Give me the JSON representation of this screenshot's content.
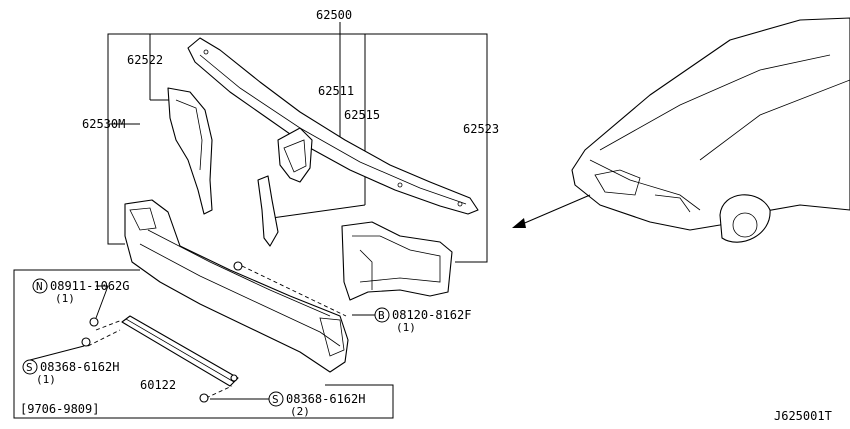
{
  "diagram_code": "J625001T",
  "date_range": "[9706-9809]",
  "parts": {
    "p62500": "62500",
    "p62522": "62522",
    "p62511": "62511",
    "p62515": "62515",
    "p62530M": "62530M",
    "p62523": "62523",
    "p60122": "60122"
  },
  "fasteners": {
    "nut": {
      "symbol": "N",
      "number": "08911-1062G",
      "qty": "(1)"
    },
    "bolt_b": {
      "symbol": "B",
      "number": "08120-8162F",
      "qty": "(1)"
    },
    "screw_left": {
      "symbol": "S",
      "number": "08368-6162H",
      "qty": "(1)"
    },
    "screw_right": {
      "symbol": "S",
      "number": "08368-6162H",
      "qty": "(2)"
    }
  }
}
